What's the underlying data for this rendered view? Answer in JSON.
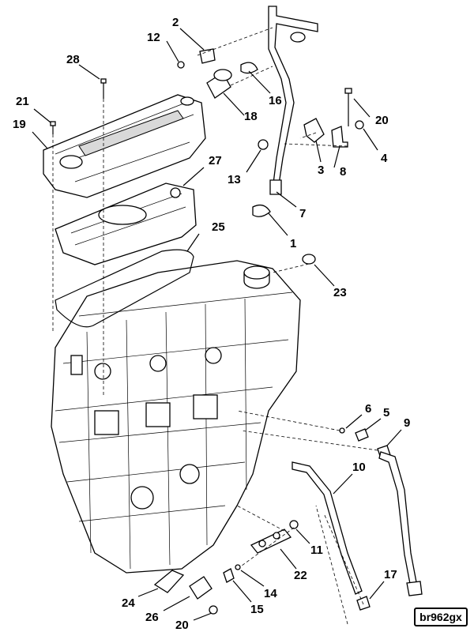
{
  "diagram": {
    "reference_code": "br962gx",
    "callouts": [
      {
        "id": "c2",
        "label": "2"
      },
      {
        "id": "c12",
        "label": "12"
      },
      {
        "id": "c28",
        "label": "28"
      },
      {
        "id": "c16",
        "label": "16"
      },
      {
        "id": "c18",
        "label": "18"
      },
      {
        "id": "c21",
        "label": "21"
      },
      {
        "id": "c19",
        "label": "19"
      },
      {
        "id": "c20a",
        "label": "20"
      },
      {
        "id": "c4",
        "label": "4"
      },
      {
        "id": "c8",
        "label": "8"
      },
      {
        "id": "c3",
        "label": "3"
      },
      {
        "id": "c13",
        "label": "13"
      },
      {
        "id": "c27",
        "label": "27"
      },
      {
        "id": "c7",
        "label": "7"
      },
      {
        "id": "c1",
        "label": "1"
      },
      {
        "id": "c25",
        "label": "25"
      },
      {
        "id": "c23",
        "label": "23"
      },
      {
        "id": "c6",
        "label": "6"
      },
      {
        "id": "c5",
        "label": "5"
      },
      {
        "id": "c9",
        "label": "9"
      },
      {
        "id": "c10",
        "label": "10"
      },
      {
        "id": "c11",
        "label": "11"
      },
      {
        "id": "c22",
        "label": "22"
      },
      {
        "id": "c17",
        "label": "17"
      },
      {
        "id": "c14",
        "label": "14"
      },
      {
        "id": "c24",
        "label": "24"
      },
      {
        "id": "c15",
        "label": "15"
      },
      {
        "id": "c26",
        "label": "26"
      },
      {
        "id": "c20b",
        "label": "20"
      }
    ]
  }
}
